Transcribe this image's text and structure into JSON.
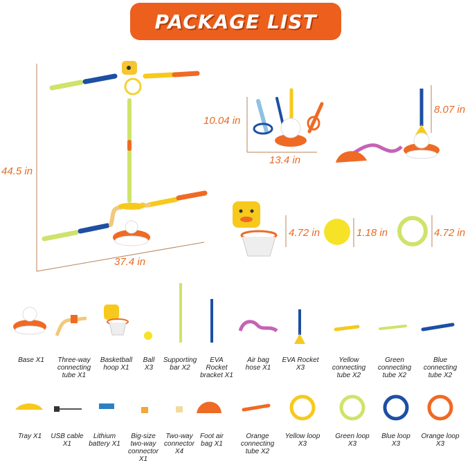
{
  "banner": {
    "title": "PACKAGE LIST"
  },
  "dimensions": {
    "assembled_height": "44.5 in",
    "assembled_width": "37.4 in",
    "rack_height": "10.04 in",
    "rack_width": "13.4 in",
    "rocket_height": "8.07 in",
    "hoop_height": "4.72 in",
    "ball_diameter": "1.18 in",
    "loop_diameter": "4.72 in"
  },
  "parts": [
    {
      "name": "Base",
      "qty": "X1"
    },
    {
      "name": "Three-way connecting tube",
      "qty": "X1"
    },
    {
      "name": "Basketball hoop",
      "qty": "X1"
    },
    {
      "name": "Ball",
      "qty": "X3"
    },
    {
      "name": "Supporting bar",
      "qty": "X2"
    },
    {
      "name": "EVA Rocket bracket",
      "qty": "X1"
    },
    {
      "name": "Air bag hose",
      "qty": "X1"
    },
    {
      "name": "EVA Rocket",
      "qty": "X3"
    },
    {
      "name": "Yellow connecting tube",
      "qty": "X2"
    },
    {
      "name": "Green connecting tube",
      "qty": "X2"
    },
    {
      "name": "Blue connecting tube",
      "qty": "X2"
    },
    {
      "name": "Tray",
      "qty": "X1"
    },
    {
      "name": "USB cable",
      "qty": "X1"
    },
    {
      "name": "Lithium battery",
      "qty": "X1"
    },
    {
      "name": "Big-size two-way connector",
      "qty": "X1"
    },
    {
      "name": "Two-way connector",
      "qty": "X4"
    },
    {
      "name": "Foot air bag",
      "qty": "X1"
    },
    {
      "name": "Orange connecting tube",
      "qty": "X2"
    },
    {
      "name": "Yellow loop",
      "qty": "X3"
    },
    {
      "name": "Green loop",
      "qty": "X3"
    },
    {
      "name": "Blue loop",
      "qty": "X3"
    },
    {
      "name": "Orange loop",
      "qty": "X3"
    }
  ],
  "colors": {
    "accent": "#ec5f1d",
    "dimension": "#e76a23",
    "yellow": "#f6c91c",
    "green": "#cfe36a",
    "blue": "#1d4fa3",
    "orange": "#ef6a24"
  }
}
